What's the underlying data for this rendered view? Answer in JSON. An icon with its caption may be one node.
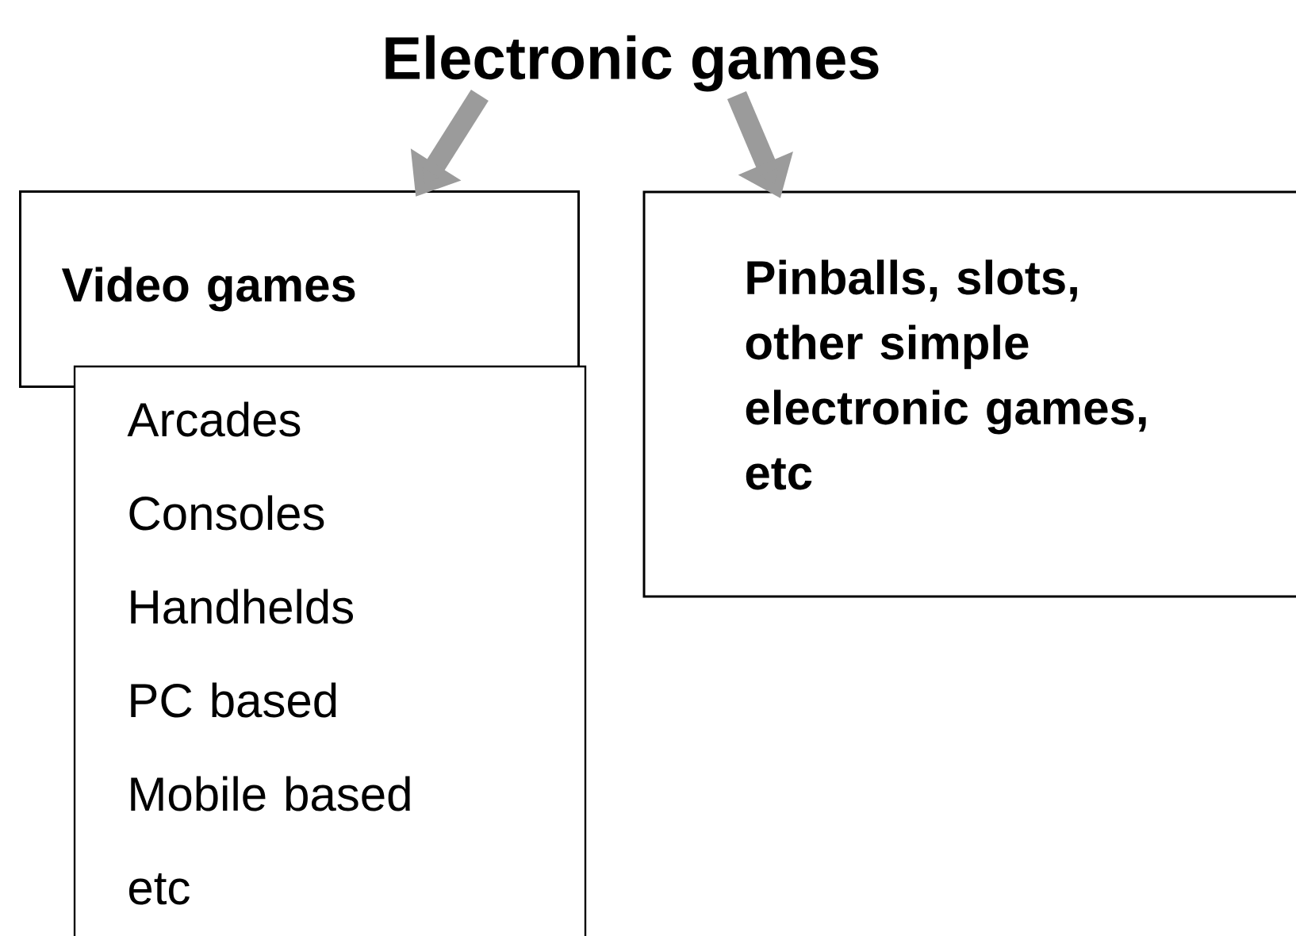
{
  "diagram": {
    "nodes": [
      {
        "text": [
          "Electronic games"
        ]
      },
      {
        "text": [
          "Video games"
        ]
      },
      {
        "text": [
          "Arcades",
          "Consoles",
          "Handhelds",
          "PC based",
          "Mobile based",
          "etc"
        ]
      },
      {
        "text": [
          "Pinballs, slots, other simple electronic games, etc"
        ]
      }
    ],
    "edges": [
      {
        "from": 0,
        "to": 1,
        "arrow": "to"
      },
      {
        "from": 0,
        "to": 3,
        "arrow": "to"
      }
    ]
  }
}
